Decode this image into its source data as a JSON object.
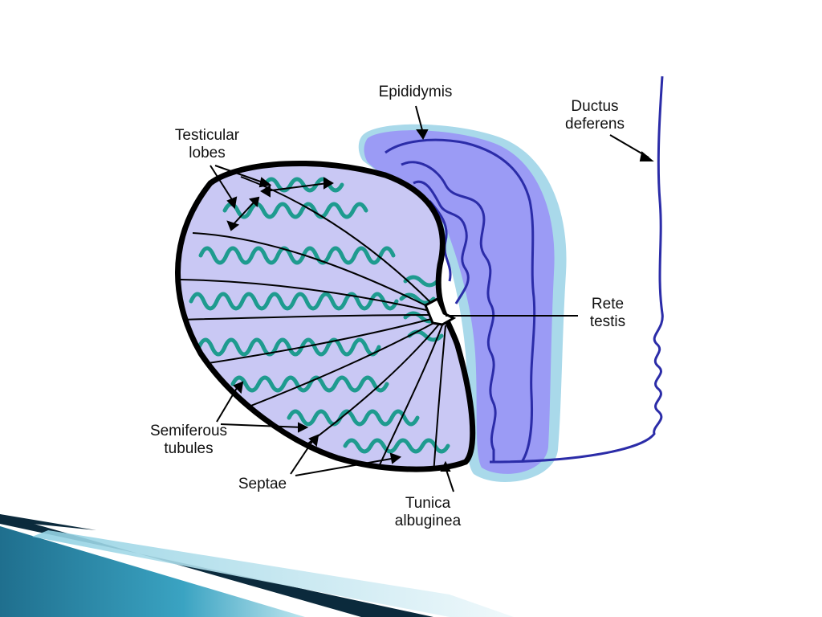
{
  "labels": {
    "epididymis": "Epididymis",
    "ductus_deferens": [
      "Ductus",
      "deferens"
    ],
    "testicular_lobes": [
      "Testicular",
      "lobes"
    ],
    "rete_testis": [
      "Rete",
      "testis"
    ],
    "semiferous_tubules": [
      "Semiferous",
      "tubules"
    ],
    "septae": "Septae",
    "tunica_albuginea": [
      "Tunica",
      "albuginea"
    ]
  },
  "colors": {
    "testis_fill": "#c9c8f4",
    "tubule": "#1e9b8f",
    "epididymis_fill": "#9b9bf5",
    "epididymis_halo": "#a9d9ea",
    "duct": "#2b2ca8",
    "outline": "#000000",
    "banner_dark": "#0b2a3c",
    "banner_teal": "#2e8fb0",
    "banner_light": "#bfe6ef"
  }
}
